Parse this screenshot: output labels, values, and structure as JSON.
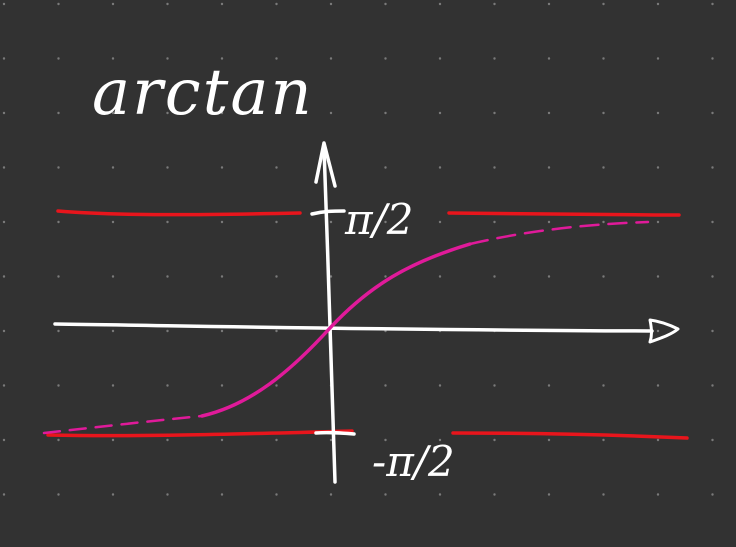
{
  "background_color": "#323232",
  "dot_grid_color": "#7a7a7a",
  "title": "arctan",
  "labels": {
    "upper_asymptote": "π/2",
    "lower_asymptote": "-π/2"
  },
  "colors": {
    "axes": "#ffffff",
    "asymptotes": "#e8151c",
    "curve": "#e01a9a",
    "text": "#ffffff"
  },
  "curve_style": {
    "center": "solid",
    "tails": "dashed"
  }
}
